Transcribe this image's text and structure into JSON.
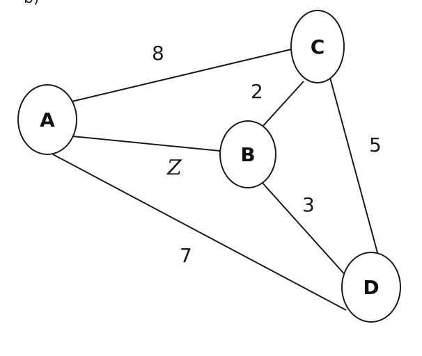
{
  "corner_label": "b)",
  "graph": {
    "nodes": [
      {
        "id": "A",
        "label": "A"
      },
      {
        "id": "B",
        "label": "B"
      },
      {
        "id": "C",
        "label": "C"
      },
      {
        "id": "D",
        "label": "D"
      }
    ],
    "edges": [
      {
        "from": "A",
        "to": "C",
        "weight": "8"
      },
      {
        "from": "A",
        "to": "B",
        "weight": "Z"
      },
      {
        "from": "A",
        "to": "D",
        "weight": "7"
      },
      {
        "from": "B",
        "to": "C",
        "weight": "2"
      },
      {
        "from": "B",
        "to": "D",
        "weight": "3"
      },
      {
        "from": "C",
        "to": "D",
        "weight": "5"
      }
    ]
  }
}
